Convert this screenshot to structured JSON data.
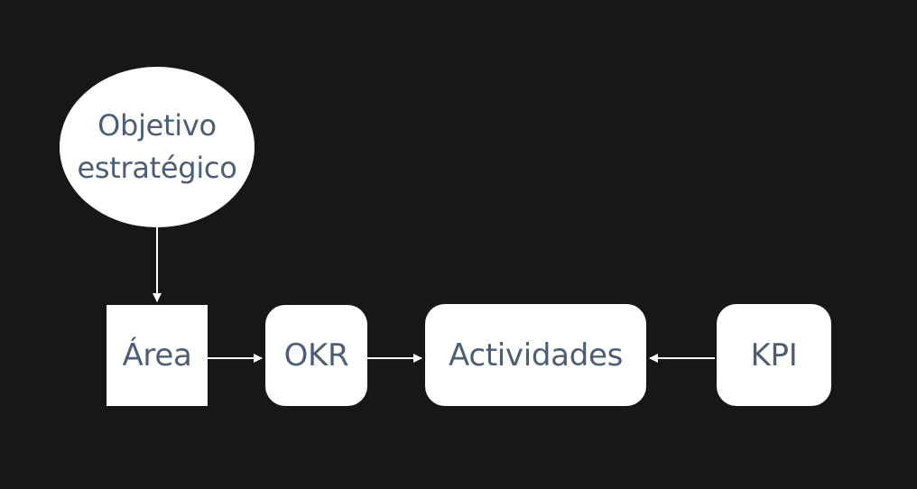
{
  "diagram": {
    "nodes": {
      "objetivo": {
        "label": "Objetivo\nestratégico",
        "shape": "ellipse"
      },
      "area": {
        "label": "Área",
        "shape": "square"
      },
      "okr": {
        "label": "OKR",
        "shape": "rounded-rectangle"
      },
      "actividades": {
        "label": "Actividades",
        "shape": "rounded-rectangle"
      },
      "kpi": {
        "label": "KPI",
        "shape": "rounded-rectangle"
      }
    },
    "edges": [
      {
        "from": "objetivo",
        "to": "area"
      },
      {
        "from": "area",
        "to": "okr"
      },
      {
        "from": "okr",
        "to": "actividades"
      },
      {
        "from": "kpi",
        "to": "actividades"
      }
    ],
    "colors": {
      "background": "#17171a",
      "node_fill": "#ffffff",
      "text": "#4d5e73",
      "connector": "#ffffff"
    }
  }
}
